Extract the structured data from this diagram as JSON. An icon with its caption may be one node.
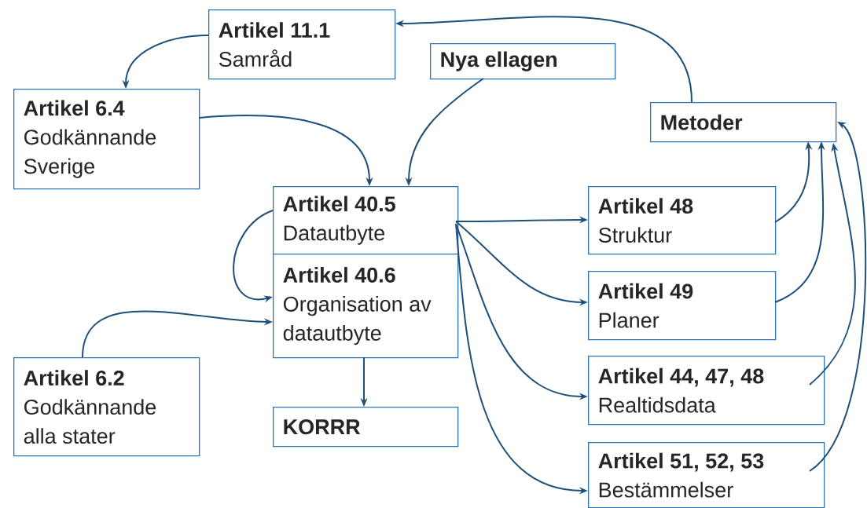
{
  "diagram": {
    "nodes": [
      {
        "text": [
          "Artikel 11.1",
          "Samråd"
        ]
      },
      {
        "text": [
          "Nya ellagen"
        ]
      },
      {
        "text": [
          "Artikel 6.4",
          "Godkännande Sverige"
        ]
      },
      {
        "text": [
          "Metoder"
        ]
      },
      {
        "text": [
          "Artikel 40.5",
          "Datautbyte"
        ]
      },
      {
        "text": [
          "Artikel 40.6",
          "Organisation av datautbyte"
        ]
      },
      {
        "text": [
          "Artikel 48",
          "Struktur"
        ]
      },
      {
        "text": [
          "Artikel 49",
          "Planer"
        ]
      },
      {
        "text": [
          "Artikel 6.2",
          "Godkännande alla stater"
        ]
      },
      {
        "text": [
          "Artikel 44, 47, 48",
          "Realtidsdata"
        ]
      },
      {
        "text": [
          "KORRR"
        ]
      },
      {
        "text": [
          "Artikel 51, 52, 53",
          "Bestämmelser"
        ]
      }
    ],
    "edges": [
      {
        "from": 0,
        "to": 2,
        "arrow": "to"
      },
      {
        "from": 3,
        "to": 0,
        "arrow": "to"
      },
      {
        "from": 2,
        "to": 4,
        "arrow": "to"
      },
      {
        "from": 1,
        "to": 4,
        "arrow": "to"
      },
      {
        "from": 4,
        "to": 5,
        "arrow": "to"
      },
      {
        "from": 8,
        "to": 5,
        "arrow": "to"
      },
      {
        "from": 5,
        "to": 10,
        "arrow": "to"
      },
      {
        "from": 4,
        "to": 6,
        "arrow": "to"
      },
      {
        "from": 4,
        "to": 7,
        "arrow": "to"
      },
      {
        "from": 4,
        "to": 9,
        "arrow": "to"
      },
      {
        "from": 4,
        "to": 11,
        "arrow": "to"
      },
      {
        "from": 6,
        "to": 3,
        "arrow": "to"
      },
      {
        "from": 7,
        "to": 3,
        "arrow": "to"
      },
      {
        "from": 9,
        "to": 3,
        "arrow": "to"
      },
      {
        "from": 11,
        "to": 3,
        "arrow": "to"
      }
    ]
  }
}
